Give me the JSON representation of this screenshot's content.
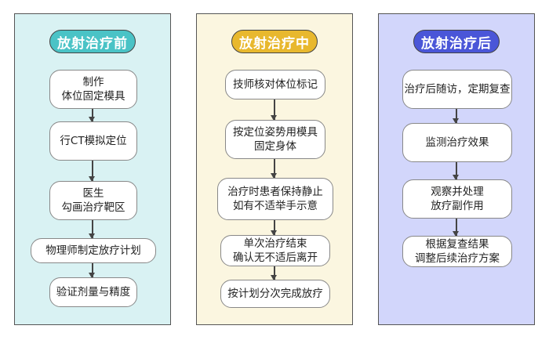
{
  "panels": [
    {
      "title": "放射治疗前",
      "steps": [
        {
          "lines": [
            "制作",
            "体位固定模具"
          ]
        },
        {
          "lines": [
            "行CT模拟定位"
          ]
        },
        {
          "lines": [
            "医生",
            "勾画治疗靶区"
          ]
        },
        {
          "lines": [
            "物理师制定放疗计划"
          ]
        },
        {
          "lines": [
            "验证剂量与精度"
          ]
        }
      ]
    },
    {
      "title": "放射治疗中",
      "steps": [
        {
          "lines": [
            "技师核对体位标记"
          ]
        },
        {
          "lines": [
            "按定位姿势用模具",
            "固定身体"
          ]
        },
        {
          "lines": [
            "治疗时患者保持静止",
            "如有不适举手示意"
          ]
        },
        {
          "lines": [
            "单次治疗结束",
            "确认无不适后离开"
          ]
        },
        {
          "lines": [
            "按计划分次完成放疗"
          ]
        }
      ]
    },
    {
      "title": "放射治疗后",
      "steps": [
        {
          "lines": [
            "治疗后随访，定期复查"
          ]
        },
        {
          "lines": [
            "监测治疗效果"
          ]
        },
        {
          "lines": [
            "观察并处理",
            "放疗副作用"
          ]
        },
        {
          "lines": [
            "根据复查结果",
            "调整后续治疗方案"
          ]
        }
      ]
    }
  ],
  "colors": {
    "panel1_bg": "#d9f2f3",
    "panel2_bg": "#fbf6e0",
    "panel3_bg": "#d2d6fb",
    "title1": "#4ac3c6",
    "title2": "#e8b82e",
    "title3": "#4a56d8"
  }
}
